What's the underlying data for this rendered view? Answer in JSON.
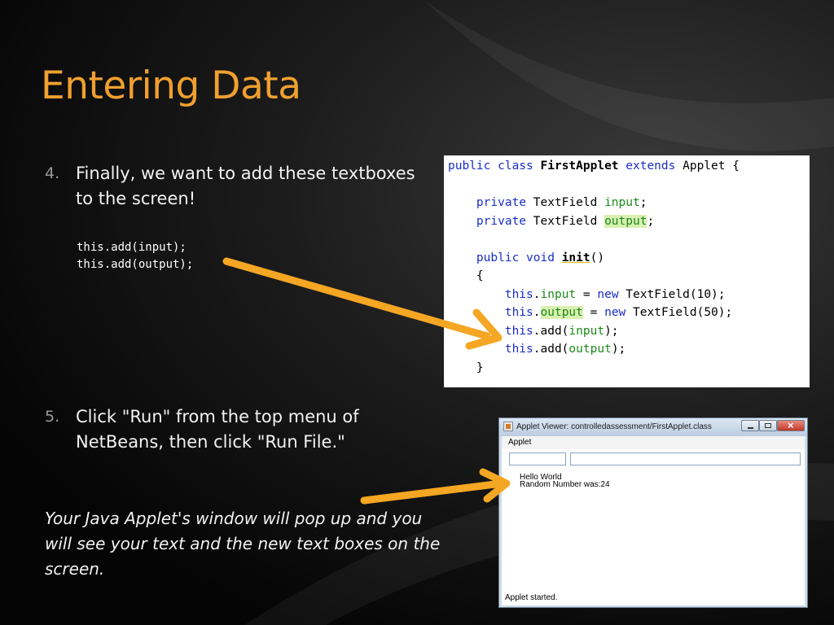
{
  "slide": {
    "title": "Entering Data",
    "accent_color": "#f0a030"
  },
  "steps": [
    {
      "num": "4.",
      "text": "Finally, we want to add these textboxes to the screen!"
    },
    {
      "num": "5.",
      "text": "Click \"Run\" from the top menu of NetBeans, then click \"Run File.\""
    }
  ],
  "snippet": [
    "this.add(input);",
    "this.add(output);"
  ],
  "note": "Your Java Applet's window will pop up and you will see your text and the new text boxes on the screen.",
  "applet_window": {
    "title": "Applet Viewer: controlledassessment/FirstApplet.class",
    "menu": "Applet",
    "output_lines": [
      "Hello World",
      "Random Number was:24"
    ],
    "status": "Applet started."
  },
  "icons": {
    "arrow_1": "arrow-right-icon",
    "arrow_2": "arrow-right-icon",
    "window_controls": [
      "minimize-icon",
      "maximize-icon",
      "close-icon"
    ]
  }
}
